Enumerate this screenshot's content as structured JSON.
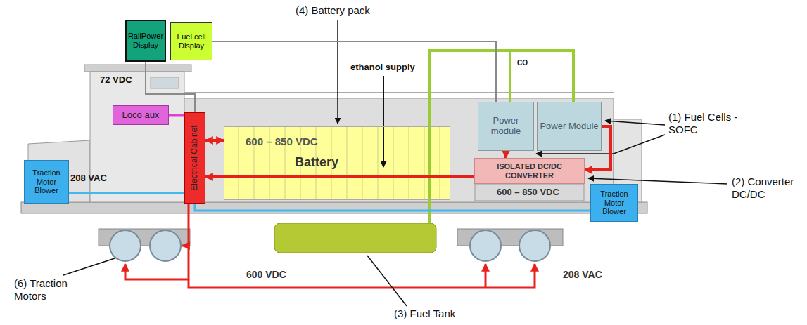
{
  "diagram": {
    "nodes": [
      {
        "text": [
          "RailPower Display"
        ]
      },
      {
        "text": [
          "Fuel cell Display"
        ]
      },
      {
        "text": [
          "Loco aux"
        ]
      },
      {
        "text": [
          "Electrical Cabinet"
        ]
      },
      {
        "text": [
          "600 – 850 VDC",
          "Battery"
        ]
      },
      {
        "text": [
          "Power module"
        ]
      },
      {
        "text": [
          "Power Module"
        ]
      },
      {
        "text": [
          "ISOLATED DC/DC CONVERTER"
        ]
      },
      {
        "text": [
          "Traction Motor Blower"
        ]
      },
      {
        "text": [
          "Traction Motor Blower"
        ]
      }
    ],
    "edges": [
      {
        "from": 0,
        "to": 3,
        "arrow": "none"
      },
      {
        "from": 1,
        "to": 5,
        "arrow": "none"
      },
      {
        "from": 2,
        "to": 3,
        "arrow": "none"
      },
      {
        "from": 4,
        "to": 3,
        "arrow": "both"
      },
      {
        "from": 7,
        "to": 3,
        "arrow": "to"
      },
      {
        "from": 5,
        "to": 7,
        "arrow": "to"
      },
      {
        "from": 6,
        "to": 7,
        "arrow": "to"
      },
      {
        "from": 3,
        "to": 8,
        "arrow": "none"
      },
      {
        "from": 3,
        "to": 9,
        "arrow": "none"
      }
    ],
    "labels": [
      "(4) Battery pack",
      "ethanol supply",
      "CO",
      "72 VDC",
      "208 VAC",
      "600 – 850 VDC",
      "(1) Fuel Cells - SOFC",
      "(2) Converter DC/DC",
      "600 VDC",
      "208 VAC",
      "(6) Traction Motors",
      "(3) Fuel Tank"
    ]
  }
}
